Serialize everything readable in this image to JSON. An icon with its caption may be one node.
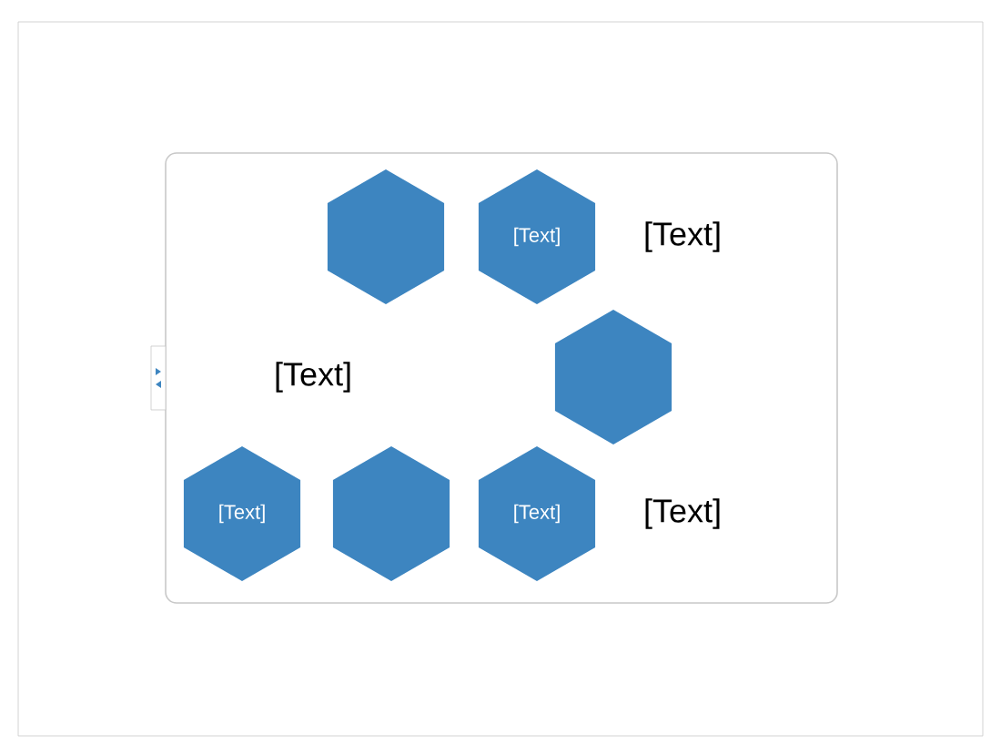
{
  "diagram": {
    "nodes": [
      {
        "text": [],
        "shape": "hexagon"
      },
      {
        "text": [
          "[Text]"
        ]
      },
      {
        "text": [],
        "shape": "hexagon"
      },
      {
        "text": [
          "[Text]"
        ]
      },
      {
        "text": [],
        "shape": "hexagon"
      },
      {
        "text": [
          "[Text]"
        ]
      }
    ],
    "labels": [
      "[Text]",
      "[Text]",
      "[Text]"
    ]
  }
}
